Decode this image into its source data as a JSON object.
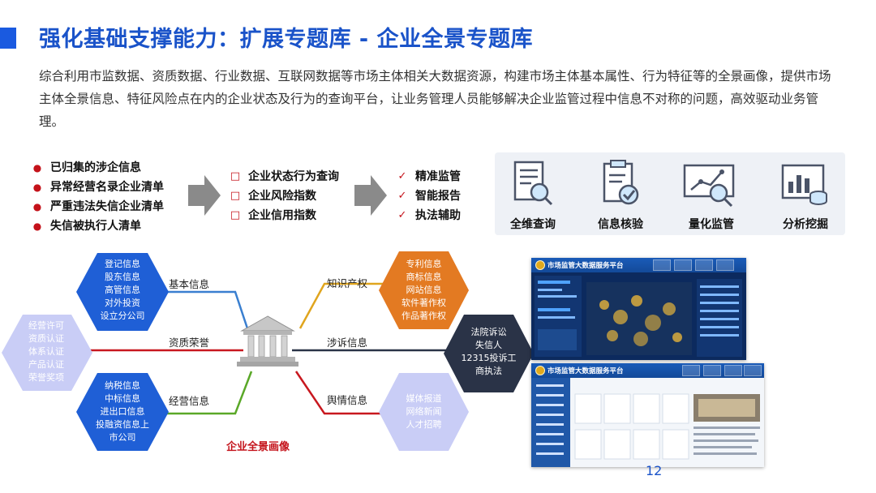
{
  "title": "强化基础支撑能力：扩展专题库 - 企业全景专题库",
  "intro": "综合利用市监数据、资质数据、行业数据、互联网数据等市场主体相关大数据资源，构建市场主体基本属性、行为特征等的全景画像，提供市场主体全景信息、特征风险点在内的企业状态及行为的查询平台，让业务管理人员能够解决企业监管过程中信息不对称的问题，高效驱动业务管理。",
  "sources": [
    "已归集的涉企信息",
    "异常经营名录企业清单",
    "严重违法失信企业清单",
    "失信被执行人清单"
  ],
  "queries": [
    "企业状态行为查询",
    "企业风险指数",
    "企业信用指数"
  ],
  "outcomes": [
    "精准监管",
    "智能报告",
    "执法辅助"
  ],
  "features": [
    {
      "label": "全维查询",
      "icon": "document-search-icon"
    },
    {
      "label": "信息核验",
      "icon": "clipboard-check-icon"
    },
    {
      "label": "量化监管",
      "icon": "chart-magnifier-icon"
    },
    {
      "label": "分析挖掘",
      "icon": "data-analysis-icon"
    }
  ],
  "diagram": {
    "center_label": "企业全景画像",
    "center_icon": "institution-building-icon",
    "hexagons": {
      "top_left": {
        "lines": [
          "登记信息",
          "股东信息",
          "高管信息",
          "对外投资",
          "设立分公司"
        ],
        "color": "#1f5fd6"
      },
      "left": {
        "lines": [
          "经营许可",
          "资质认证",
          "体系认证",
          "产品认证",
          "荣誉奖项"
        ],
        "color": "#c9cdf6"
      },
      "bottom_left": {
        "lines": [
          "纳税信息",
          "中标信息",
          "进出口信息",
          "投融资信息上",
          "市公司"
        ],
        "color": "#1f5fd6"
      },
      "top_right": {
        "lines": [
          "专利信息",
          "商标信息",
          "网站信息",
          "软件著作权",
          "作品著作权"
        ],
        "color": "#e37a22"
      },
      "right": {
        "lines": [
          "法院诉讼",
          "失信人",
          "12315投诉工",
          "商执法"
        ],
        "color": "#2a3347"
      },
      "bottom_right": {
        "lines": [
          "媒体报道",
          "网络新闻",
          "人才招聘"
        ],
        "color": "#c9cdf6"
      }
    },
    "connectors": {
      "top_left": "基本信息",
      "left": "资质荣誉",
      "bottom_left": "经营信息",
      "top_right": "知识产权",
      "right": "涉诉信息",
      "bottom_right": "舆情信息"
    }
  },
  "screenshots": [
    {
      "title": "市场监管大数据服务平台"
    },
    {
      "title": "市场监管大数据服务平台"
    }
  ],
  "page_number": "12"
}
